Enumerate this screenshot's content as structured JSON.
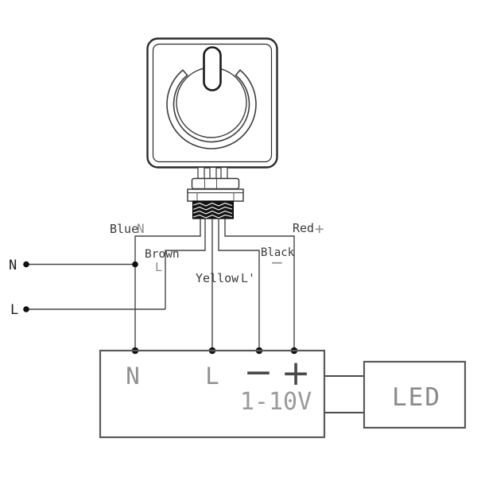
{
  "mains": {
    "neutral": "N",
    "live": "L"
  },
  "dimmer_wires": {
    "blue": {
      "name": "Blue",
      "term": "N"
    },
    "red": {
      "name": "Red",
      "term": "+"
    },
    "brown": {
      "name": "Brown",
      "term": "L"
    },
    "black": {
      "name": "Black",
      "term": "−"
    },
    "yellow": {
      "name": "Yellow",
      "term": "L'"
    }
  },
  "driver": {
    "term_n": "N",
    "term_l": "L",
    "term_minus": "−",
    "term_plus": "+",
    "dim_signal": "1-10V"
  },
  "led": {
    "label": "LED"
  },
  "colors": {
    "line": "#454545",
    "device_outline": "#2b2b2b",
    "box_border": "#5a5a5a",
    "text_dark": "#3a3a3a",
    "text_gray": "#8c8c8c"
  }
}
